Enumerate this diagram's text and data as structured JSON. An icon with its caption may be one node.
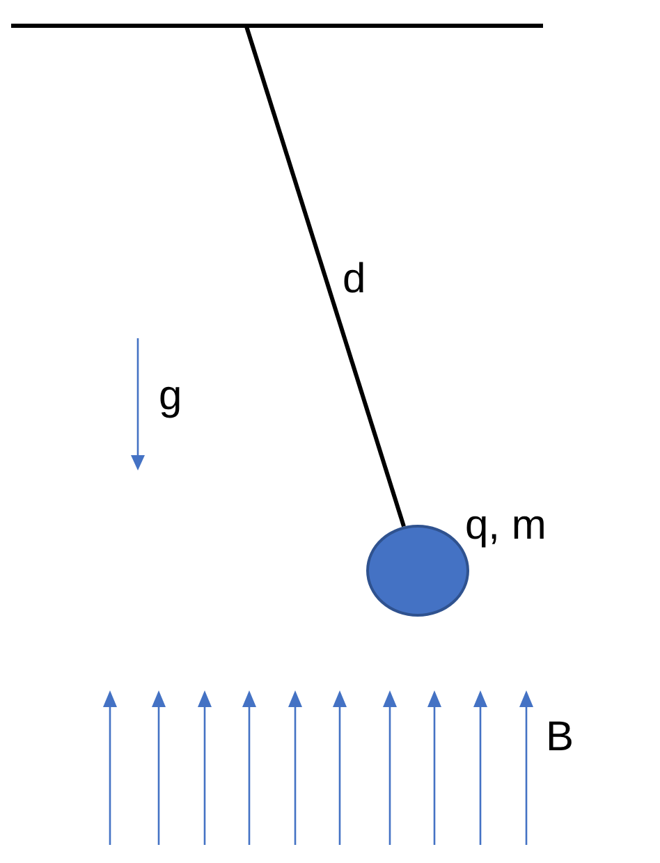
{
  "diagram": {
    "nodes": [
      {
        "text": [],
        "shape": "bar"
      },
      {
        "text": [],
        "shape": "circle",
        "beside": [
          "q, m"
        ]
      }
    ],
    "edges": [
      {
        "from": 0,
        "to": 1,
        "arrow": "none",
        "label": "d"
      }
    ],
    "labels": [
      "g",
      "B"
    ]
  }
}
